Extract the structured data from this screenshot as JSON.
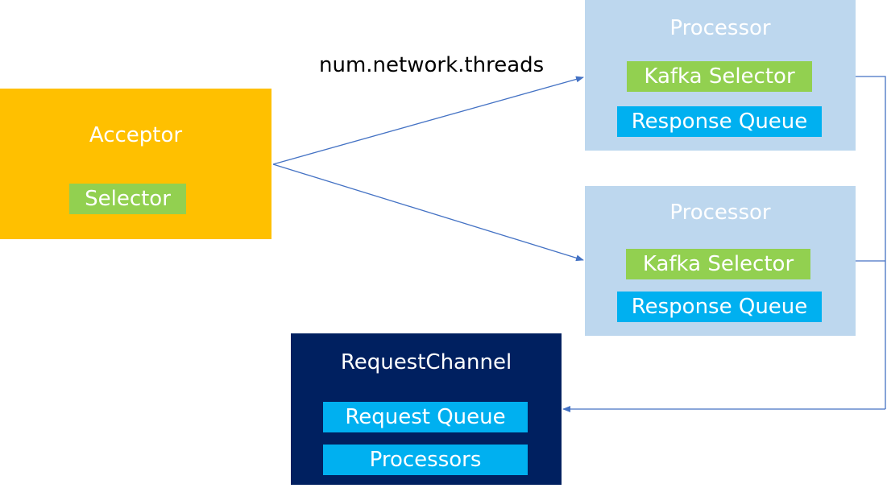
{
  "edge_label": "num.network.threads",
  "acceptor": {
    "title": "Acceptor",
    "selector": "Selector",
    "color": "#ffc000"
  },
  "processors": [
    {
      "title": "Processor",
      "selector": "Kafka Selector",
      "queue": "Response Queue"
    },
    {
      "title": "Processor",
      "selector": "Kafka Selector",
      "queue": "Response Queue"
    }
  ],
  "request_channel": {
    "title": "RequestChannel",
    "items": [
      "Request Queue",
      "Processors"
    ],
    "color": "#002060"
  },
  "colors": {
    "processor_bg": "#bdd7ee",
    "selector": "#92d050",
    "queue": "#00b0f0",
    "arrow": "#4472c4"
  }
}
